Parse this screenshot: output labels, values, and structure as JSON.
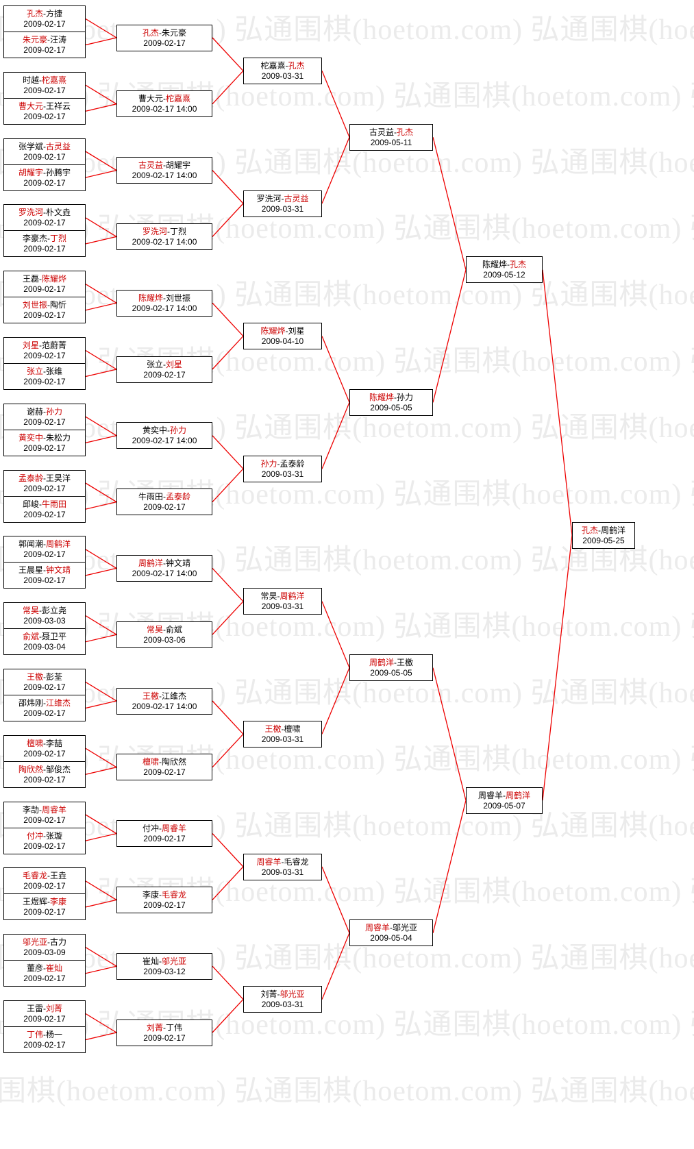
{
  "watermark": {
    "text": "弘通围棋(hoetom.com)"
  },
  "colors": {
    "background": "#ffffff",
    "box_border": "#000000",
    "winner_text": "#cc0000",
    "loser_text": "#000000",
    "date_text": "#000000",
    "connector_line": "#ee0000",
    "watermark_text": "#ebebeb"
  },
  "rounds": [
    {
      "id": "round-1",
      "matches": [
        {
          "p1": "孔杰",
          "p2": "方捷",
          "winner": 1,
          "date": "2009-02-17"
        },
        {
          "p1": "朱元豪",
          "p2": "汪涛",
          "winner": 1,
          "date": "2009-02-17"
        },
        {
          "p1": "时越",
          "p2": "柁嘉熹",
          "winner": 2,
          "date": "2009-02-17"
        },
        {
          "p1": "曹大元",
          "p2": "王祥云",
          "winner": 1,
          "date": "2009-02-17"
        },
        {
          "p1": "张学斌",
          "p2": "古灵益",
          "winner": 2,
          "date": "2009-02-17"
        },
        {
          "p1": "胡耀宇",
          "p2": "孙腾宇",
          "winner": 1,
          "date": "2009-02-17"
        },
        {
          "p1": "罗洗河",
          "p2": "朴文垚",
          "winner": 1,
          "date": "2009-02-17"
        },
        {
          "p1": "李豪杰",
          "p2": "丁烈",
          "winner": 2,
          "date": "2009-02-17"
        },
        {
          "p1": "王磊",
          "p2": "陈耀烨",
          "winner": 2,
          "date": "2009-02-17"
        },
        {
          "p1": "刘世振",
          "p2": "陶忻",
          "winner": 1,
          "date": "2009-02-17"
        },
        {
          "p1": "刘星",
          "p2": "范蔚菁",
          "winner": 1,
          "date": "2009-02-17"
        },
        {
          "p1": "张立",
          "p2": "张维",
          "winner": 1,
          "date": "2009-02-17"
        },
        {
          "p1": "谢赫",
          "p2": "孙力",
          "winner": 2,
          "date": "2009-02-17"
        },
        {
          "p1": "黄奕中",
          "p2": "朱松力",
          "winner": 1,
          "date": "2009-02-17"
        },
        {
          "p1": "孟泰龄",
          "p2": "王昊洋",
          "winner": 1,
          "date": "2009-02-17"
        },
        {
          "p1": "邱峻",
          "p2": "牛雨田",
          "winner": 2,
          "date": "2009-02-17"
        },
        {
          "p1": "郭闻潮",
          "p2": "周鹤洋",
          "winner": 2,
          "date": "2009-02-17"
        },
        {
          "p1": "王晨星",
          "p2": "钟文靖",
          "winner": 2,
          "date": "2009-02-17"
        },
        {
          "p1": "常昊",
          "p2": "彭立尧",
          "winner": 1,
          "date": "2009-03-03"
        },
        {
          "p1": "俞斌",
          "p2": "聂卫平",
          "winner": 1,
          "date": "2009-03-04"
        },
        {
          "p1": "王檄",
          "p2": "彭荃",
          "winner": 1,
          "date": "2009-02-17"
        },
        {
          "p1": "邵炜刚",
          "p2": "江维杰",
          "winner": 2,
          "date": "2009-02-17"
        },
        {
          "p1": "檀啸",
          "p2": "李喆",
          "winner": 1,
          "date": "2009-02-17"
        },
        {
          "p1": "陶欣然",
          "p2": "邹俊杰",
          "winner": 1,
          "date": "2009-02-17"
        },
        {
          "p1": "李劼",
          "p2": "周睿羊",
          "winner": 2,
          "date": "2009-02-17"
        },
        {
          "p1": "付冲",
          "p2": "张璇",
          "winner": 1,
          "date": "2009-02-17"
        },
        {
          "p1": "毛睿龙",
          "p2": "王垚",
          "winner": 1,
          "date": "2009-02-17"
        },
        {
          "p1": "王煜辉",
          "p2": "李康",
          "winner": 2,
          "date": "2009-02-17"
        },
        {
          "p1": "邬光亚",
          "p2": "古力",
          "winner": 1,
          "date": "2009-03-09"
        },
        {
          "p1": "董彦",
          "p2": "崔灿",
          "winner": 2,
          "date": "2009-02-17"
        },
        {
          "p1": "王雷",
          "p2": "刘菁",
          "winner": 2,
          "date": "2009-02-17"
        },
        {
          "p1": "丁伟",
          "p2": "杨一",
          "winner": 1,
          "date": "2009-02-17"
        }
      ]
    },
    {
      "id": "round-2",
      "matches": [
        {
          "p1": "孔杰",
          "p2": "朱元豪",
          "winner": 1,
          "date": "2009-02-17"
        },
        {
          "p1": "曹大元",
          "p2": "柁嘉熹",
          "winner": 2,
          "date": "2009-02-17 14:00"
        },
        {
          "p1": "古灵益",
          "p2": "胡耀宇",
          "winner": 1,
          "date": "2009-02-17 14:00"
        },
        {
          "p1": "罗洗河",
          "p2": "丁烈",
          "winner": 1,
          "date": "2009-02-17 14:00"
        },
        {
          "p1": "陈耀烨",
          "p2": "刘世振",
          "winner": 1,
          "date": "2009-02-17 14:00"
        },
        {
          "p1": "张立",
          "p2": "刘星",
          "winner": 2,
          "date": "2009-02-17"
        },
        {
          "p1": "黄奕中",
          "p2": "孙力",
          "winner": 2,
          "date": "2009-02-17 14:00"
        },
        {
          "p1": "牛雨田",
          "p2": "孟泰龄",
          "winner": 2,
          "date": "2009-02-17"
        },
        {
          "p1": "周鹤洋",
          "p2": "钟文靖",
          "winner": 1,
          "date": "2009-02-17 14:00"
        },
        {
          "p1": "常昊",
          "p2": "俞斌",
          "winner": 1,
          "date": "2009-03-06"
        },
        {
          "p1": "王檄",
          "p2": "江维杰",
          "winner": 1,
          "date": "2009-02-17 14:00"
        },
        {
          "p1": "檀啸",
          "p2": "陶欣然",
          "winner": 1,
          "date": "2009-02-17"
        },
        {
          "p1": "付冲",
          "p2": "周睿羊",
          "winner": 2,
          "date": "2009-02-17"
        },
        {
          "p1": "李康",
          "p2": "毛睿龙",
          "winner": 2,
          "date": "2009-02-17"
        },
        {
          "p1": "崔灿",
          "p2": "邬光亚",
          "winner": 2,
          "date": "2009-03-12"
        },
        {
          "p1": "刘菁",
          "p2": "丁伟",
          "winner": 1,
          "date": "2009-02-17"
        }
      ]
    },
    {
      "id": "round-3",
      "matches": [
        {
          "p1": "柁嘉熹",
          "p2": "孔杰",
          "winner": 2,
          "date": "2009-03-31"
        },
        {
          "p1": "罗洗河",
          "p2": "古灵益",
          "winner": 2,
          "date": "2009-03-31"
        },
        {
          "p1": "陈耀烨",
          "p2": "刘星",
          "winner": 1,
          "date": "2009-04-10"
        },
        {
          "p1": "孙力",
          "p2": "孟泰龄",
          "winner": 1,
          "date": "2009-03-31"
        },
        {
          "p1": "常昊",
          "p2": "周鹤洋",
          "winner": 2,
          "date": "2009-03-31"
        },
        {
          "p1": "王檄",
          "p2": "檀啸",
          "winner": 1,
          "date": "2009-03-31"
        },
        {
          "p1": "周睿羊",
          "p2": "毛睿龙",
          "winner": 1,
          "date": "2009-03-31"
        },
        {
          "p1": "刘菁",
          "p2": "邬光亚",
          "winner": 2,
          "date": "2009-03-31"
        }
      ]
    },
    {
      "id": "quarterfinal",
      "matches": [
        {
          "p1": "古灵益",
          "p2": "孔杰",
          "winner": 2,
          "date": "2009-05-11"
        },
        {
          "p1": "陈耀烨",
          "p2": "孙力",
          "winner": 1,
          "date": "2009-05-05"
        },
        {
          "p1": "周鹤洋",
          "p2": "王檄",
          "winner": 1,
          "date": "2009-05-05"
        },
        {
          "p1": "周睿羊",
          "p2": "邬光亚",
          "winner": 1,
          "date": "2009-05-04"
        }
      ]
    },
    {
      "id": "semifinal",
      "matches": [
        {
          "p1": "陈耀烨",
          "p2": "孔杰",
          "winner": 2,
          "date": "2009-05-12"
        },
        {
          "p1": "周睿羊",
          "p2": "周鹤洋",
          "winner": 2,
          "date": "2009-05-07"
        }
      ]
    },
    {
      "id": "final",
      "matches": [
        {
          "p1": "孔杰",
          "p2": "周鹤洋",
          "winner": 1,
          "date": "2009-05-25"
        }
      ]
    }
  ]
}
